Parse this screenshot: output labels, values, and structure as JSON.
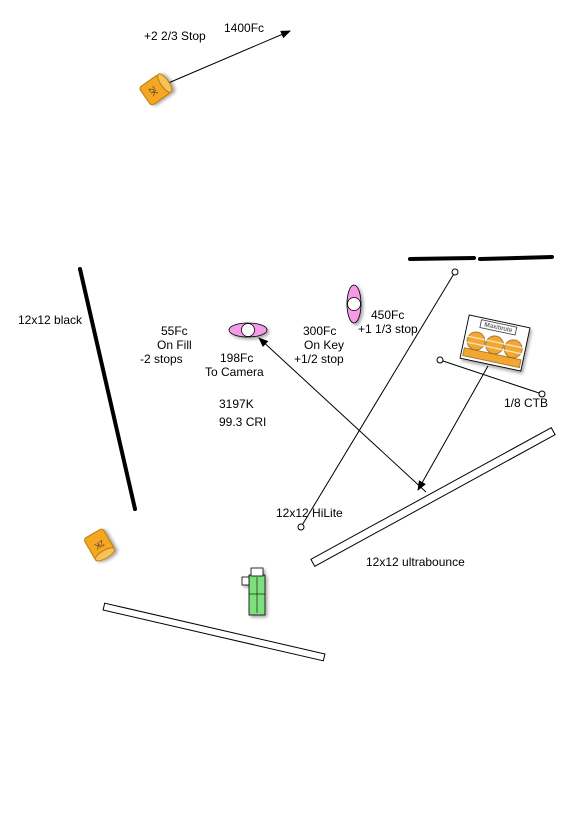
{
  "labels": {
    "stop_top": "+2 2/3 Stop",
    "fc_top": "1400Fc",
    "black_flag": "12x12 black",
    "fill_fc": "55Fc",
    "fill_on": "On Fill",
    "fill_stops": "-2 stops",
    "key_fc": "300Fc",
    "key_on": "On Key",
    "key_stop": "+1/2 stop",
    "fc_450": "450Fc",
    "stop_450": "+1 1/3 stop",
    "cam_fc": "198Fc",
    "cam_to": "To Camera",
    "kelvin": "3197K",
    "cri": "99.3 CRI",
    "ctb": "1/8 CTB",
    "hilite": "12x12 HiLite",
    "ultrabounce": "12x12 ultrabounce"
  },
  "fixtures": {
    "lamp_top": "2K",
    "lamp_bottom": "2K",
    "maxi": "Maxibrute"
  },
  "colors": {
    "lamp_fill": "#f5a623",
    "lamp_stroke": "#b87a00",
    "subject_fill": "#f59be6",
    "camera_fill": "#7ee07a",
    "maxi_bulb": "#f0a830"
  }
}
